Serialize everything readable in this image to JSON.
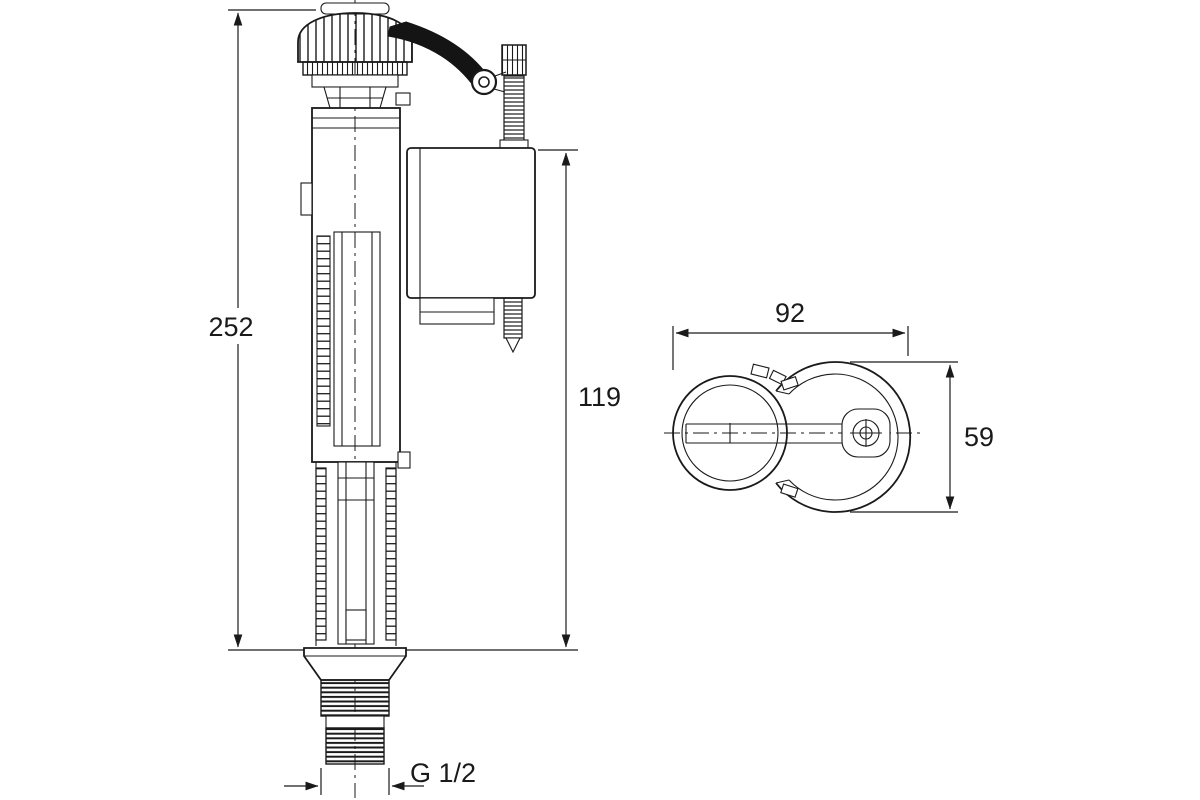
{
  "drawing": {
    "background": "#ffffff",
    "line_color": "#1a1a1a",
    "views": [
      {
        "id": "front-view",
        "description": "fill valve front elevation"
      },
      {
        "id": "top-view",
        "description": "fill valve plan view with float"
      }
    ],
    "dimensions": {
      "front_overall_height": "252",
      "front_body_height": "119",
      "top_overall_width": "92",
      "top_float_width": "59",
      "thread_size": "G 1/2"
    }
  }
}
